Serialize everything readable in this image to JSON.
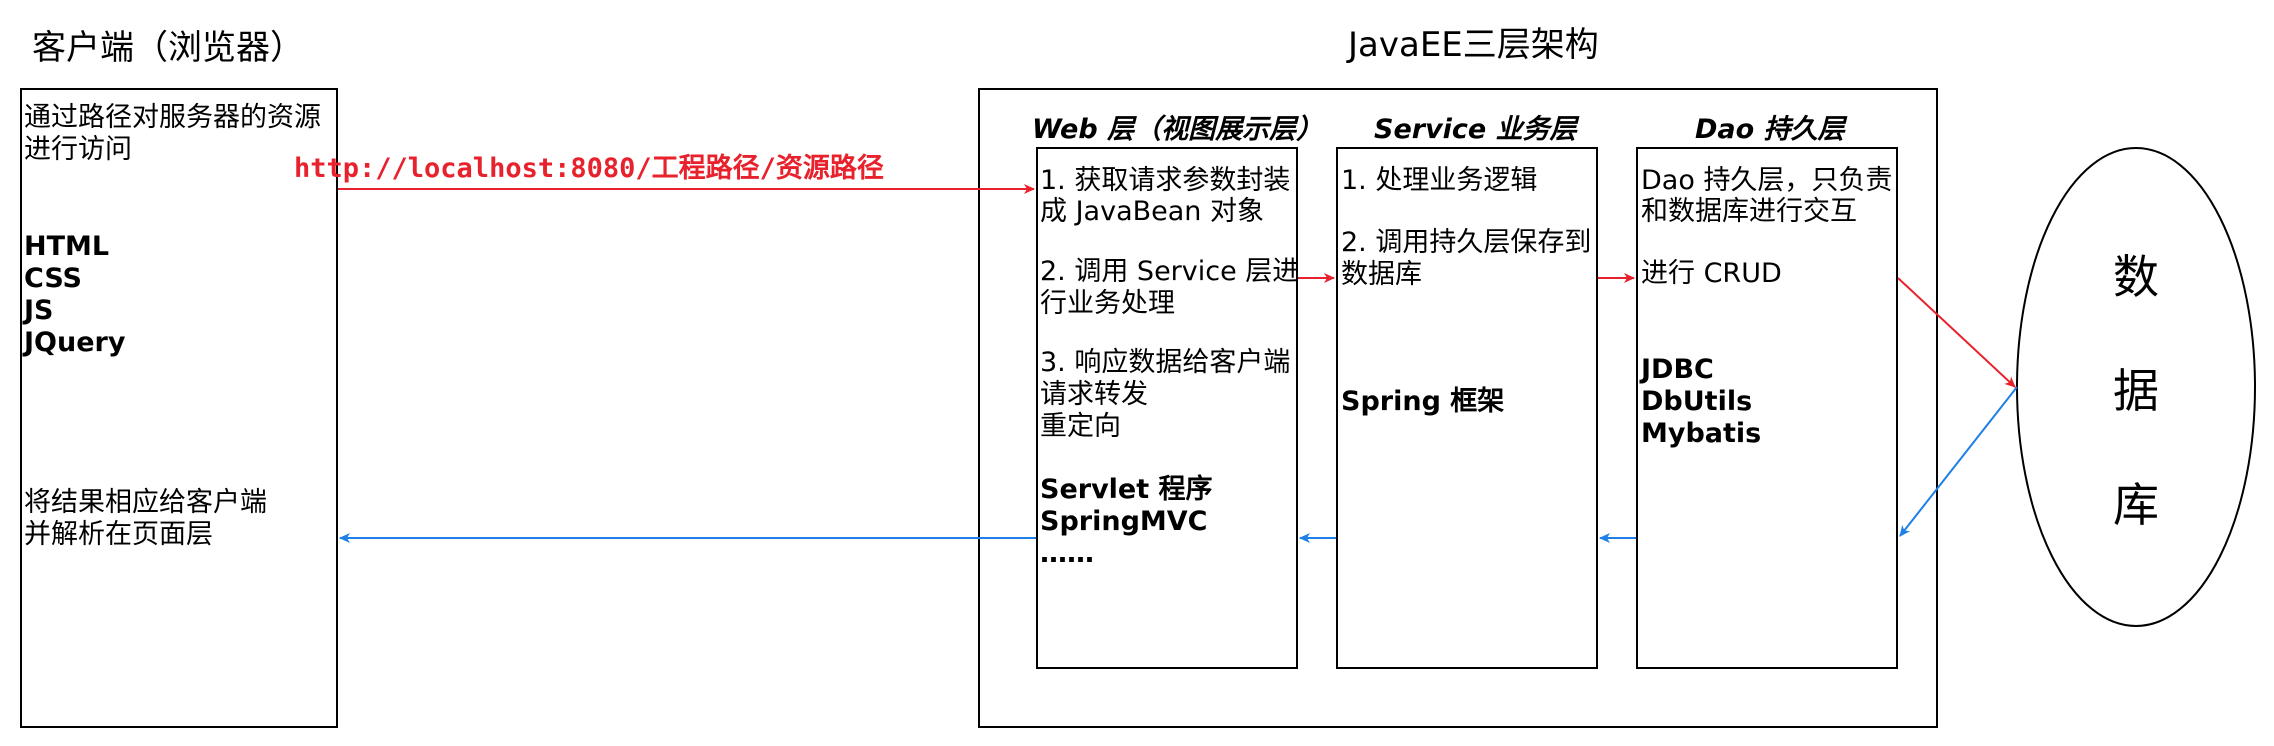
{
  "client": {
    "title": "客户端（浏览器）",
    "request_text": [
      "通过路径对服务器的资源",
      "进行访问"
    ],
    "tech": [
      "HTML",
      "CSS",
      "JS",
      "JQuery"
    ],
    "response_text": [
      "将结果相应给客户端",
      "并解析在页面层"
    ]
  },
  "url_label": "http://localhost:8080/工程路径/资源路径",
  "server": {
    "title": "JavaEE三层架构",
    "web": {
      "header": "Web 层（视图展示层）",
      "lines": [
        "1. 获取请求参数封装",
        "成 JavaBean 对象",
        "2. 调用 Service 层进",
        "行业务处理",
        "3. 响应数据给客户端",
        "请求转发",
        "重定向"
      ],
      "tech": [
        "Servlet 程序",
        "SpringMVC",
        "……"
      ]
    },
    "service": {
      "header": "Service 业务层",
      "lines": [
        "1. 处理业务逻辑",
        "2. 调用持久层保存到",
        "数据库"
      ],
      "tech": [
        "Spring 框架"
      ]
    },
    "dao": {
      "header": "Dao 持久层",
      "lines": [
        "Dao 持久层，只负责",
        "和数据库进行交互",
        "进行 CRUD"
      ],
      "tech": [
        "JDBC",
        "DbUtils",
        "Mybatis"
      ]
    }
  },
  "database": {
    "chars": [
      "数",
      "据",
      "库"
    ]
  },
  "colors": {
    "request_arrow": "#e8222c",
    "response_arrow": "#1e7fe6",
    "border": "#000000"
  }
}
